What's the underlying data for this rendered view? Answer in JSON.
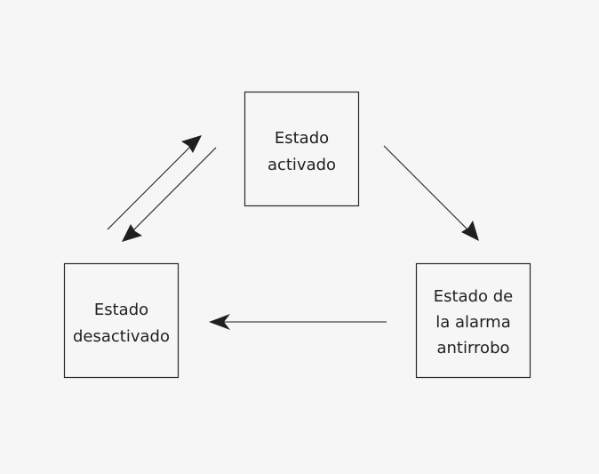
{
  "diagram": {
    "background_color": "#f5f6f5",
    "line_color": "#1f1f1f",
    "states": {
      "activated": {
        "lines": [
          "Estado",
          "activado"
        ]
      },
      "deactivated": {
        "lines": [
          "Estado",
          "desactivado"
        ]
      },
      "alarm": {
        "lines": [
          "Estado de",
          "la alarma",
          "antirrobo"
        ]
      }
    },
    "transitions": [
      {
        "from": "deactivated",
        "to": "activated"
      },
      {
        "from": "activated",
        "to": "deactivated"
      },
      {
        "from": "activated",
        "to": "alarm"
      },
      {
        "from": "alarm",
        "to": "deactivated"
      }
    ]
  }
}
